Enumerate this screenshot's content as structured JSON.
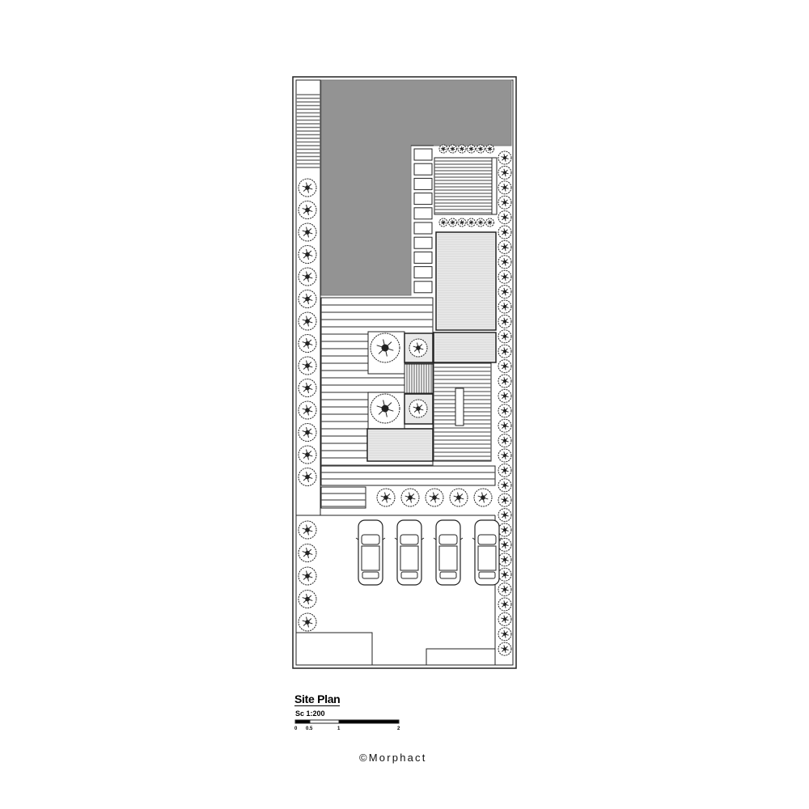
{
  "drawing": {
    "title": "Site Plan",
    "scale": "Sc  1:200",
    "scale_bar_ticks": [
      "0",
      "0.5",
      "1",
      "2"
    ],
    "credit": "©Morphact",
    "colors": {
      "building": "#939393",
      "line": "#222222",
      "paving": "#e9e9e9"
    },
    "parking_spaces": 4
  }
}
